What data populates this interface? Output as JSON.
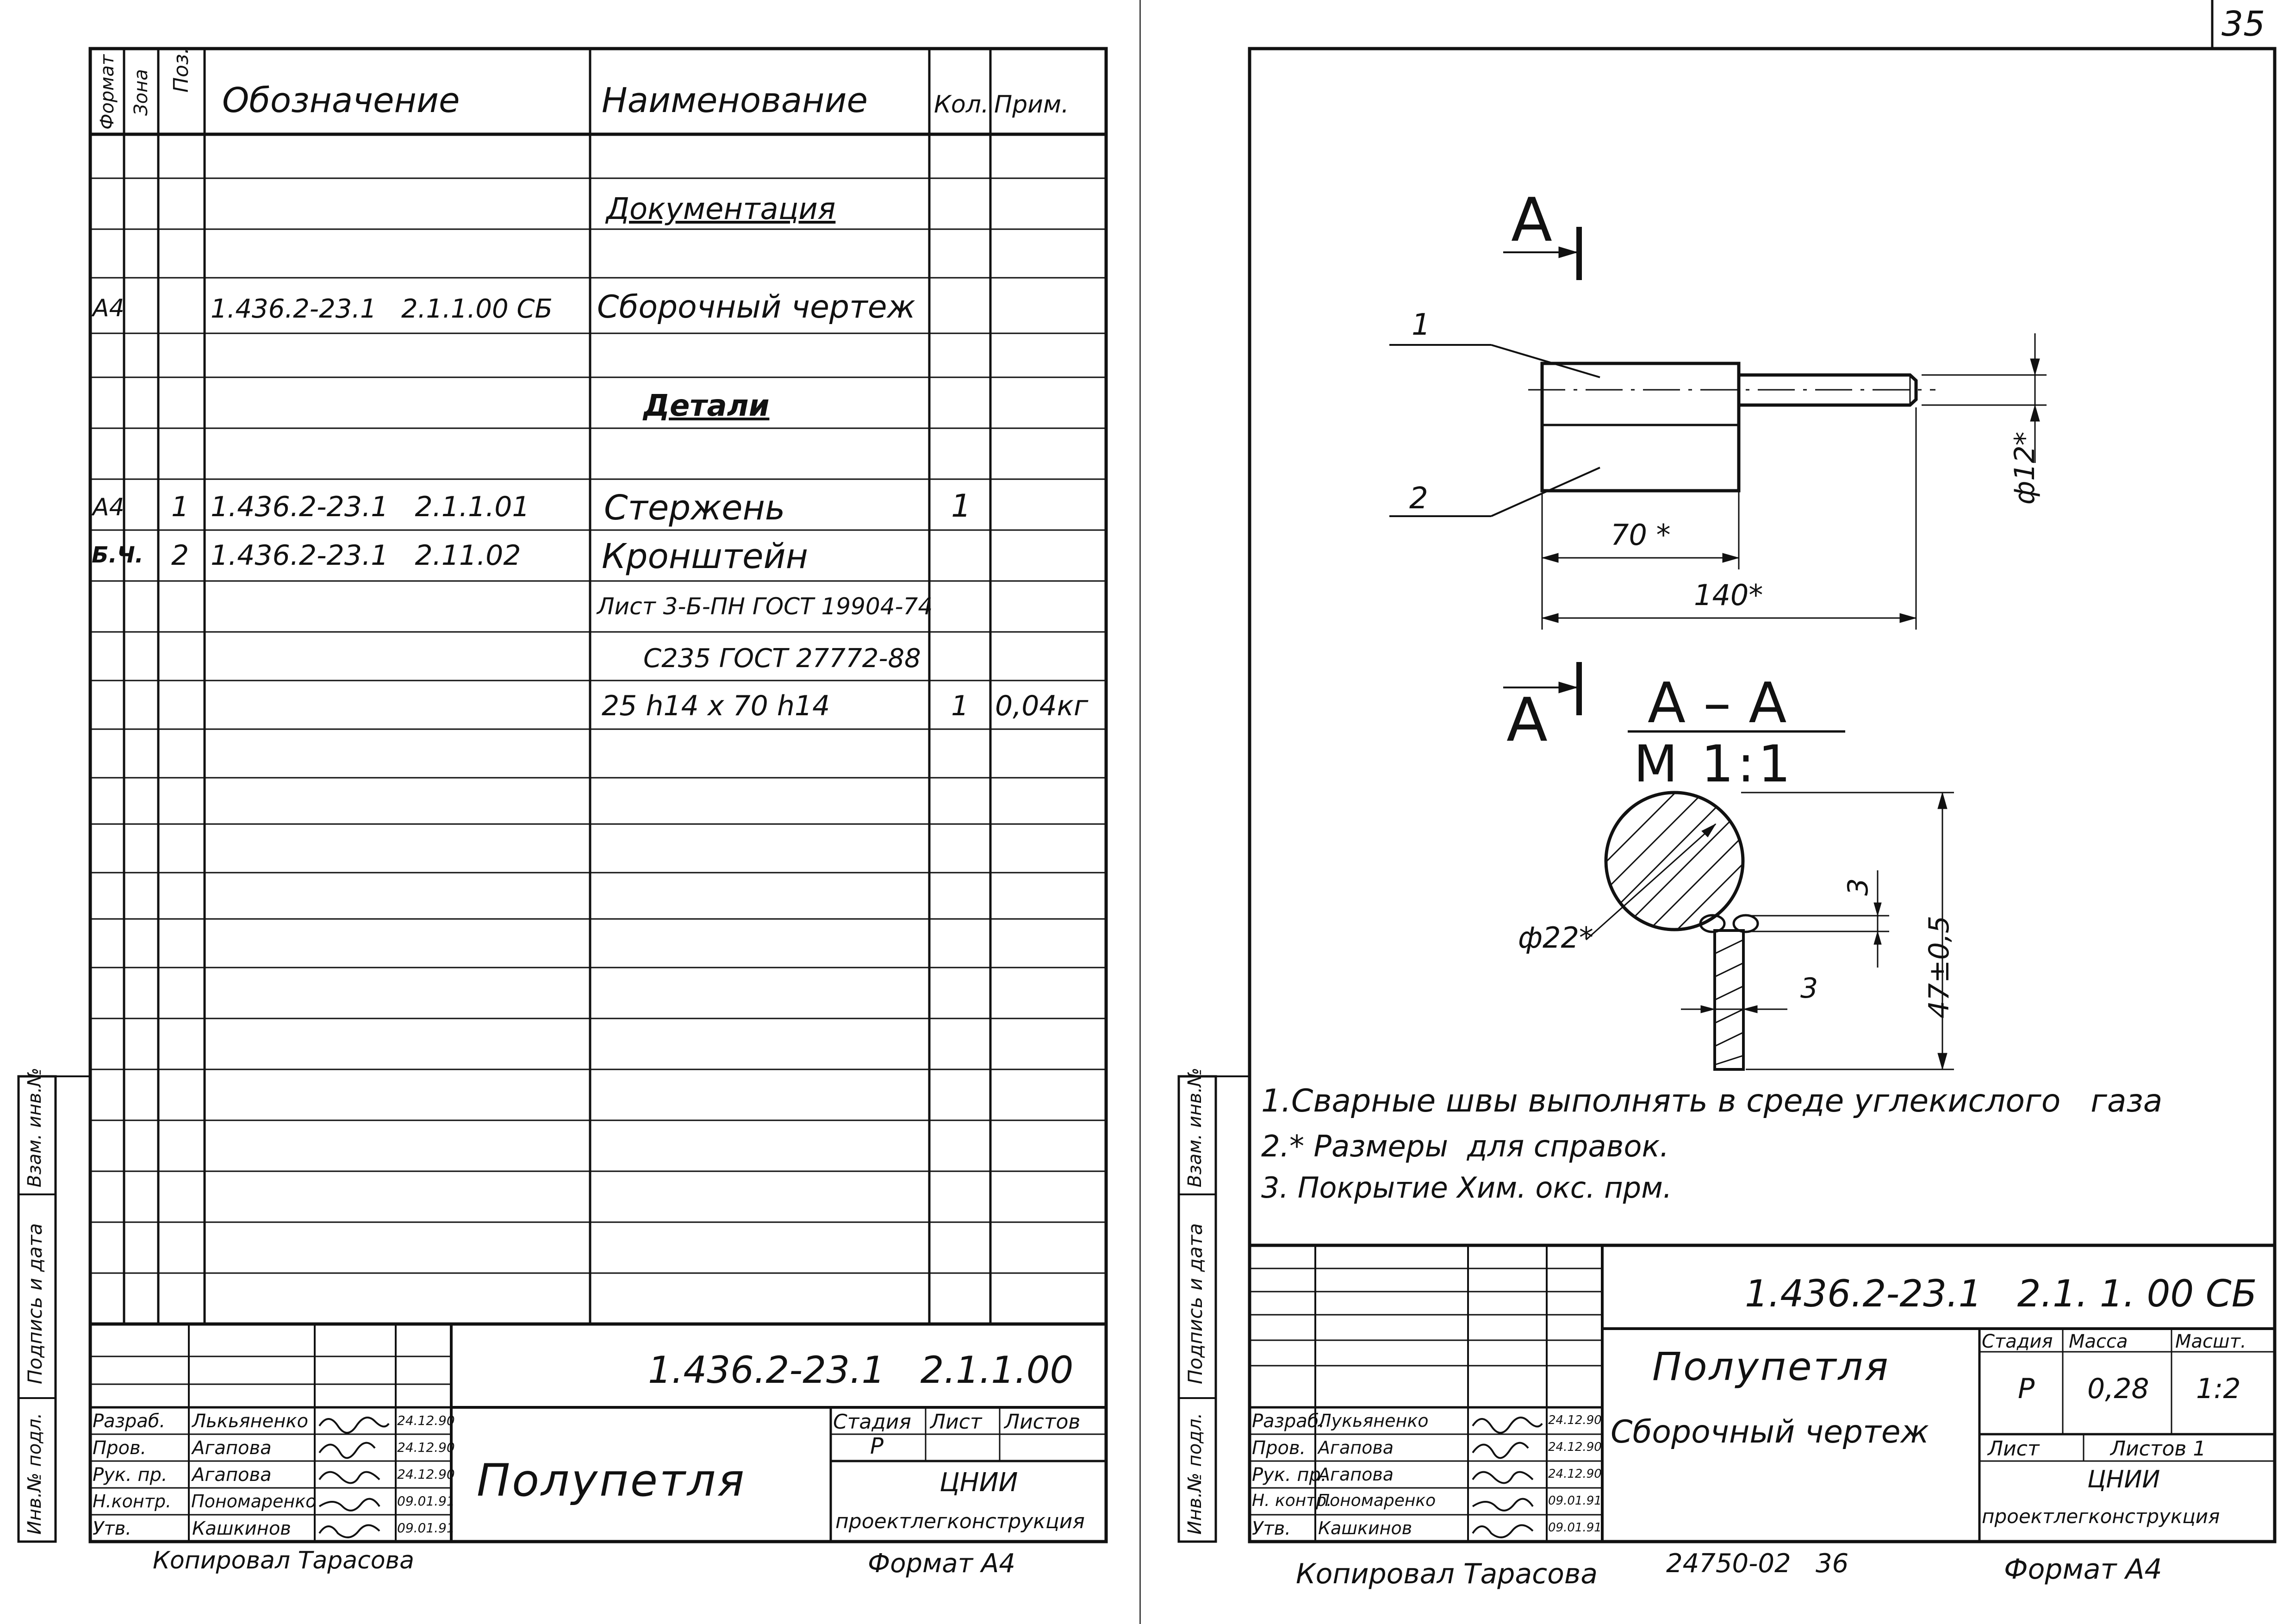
{
  "left_sheet": {
    "spec_headers": {
      "format": "Формат",
      "zone": "Зона",
      "pos": "Поз.",
      "designation": "Обозначение",
      "name": "Наименование",
      "qty": "Кол.",
      "note": "Прим."
    },
    "sections": {
      "documentation": "Документация",
      "details": "Детали"
    },
    "rows": [
      {
        "format": "А4",
        "pos": "",
        "designation": "1.436.2-23.1   2.1.1.00 СБ",
        "name": "Сборочный чертеж",
        "qty": "",
        "note": ""
      },
      {
        "format": "А4",
        "pos": "1",
        "designation": "1.436.2-23.1   2.1.1.01",
        "name": "Стержень",
        "qty": "1",
        "note": ""
      },
      {
        "format": "Б.Ч.",
        "pos": "2",
        "designation": "1.436.2-23.1   2.11.02",
        "name": "Кронштейн",
        "qty": "",
        "note": ""
      }
    ],
    "material_lines": [
      "Лист 3-Б-ПН ГОСТ 19904-74",
      "С235 ГОСТ 27772-88",
      "25 h14 x 70 h14"
    ],
    "material_qty": "1",
    "material_note": "0,04кг",
    "side_labels": [
      "Инв.№ подл.",
      "Подпись и дата",
      "Взам. инв.№"
    ],
    "title_block": {
      "code": "1.436.2-23.1   2.1.1.00",
      "title": "Полупетля",
      "stage_label": "Стадия",
      "sheet_label": "Лист",
      "sheets_label": "Листов",
      "stage_value": "Р",
      "org_line1": "ЦНИИ",
      "org_line2": "проектлегконструкция",
      "roles": [
        {
          "role": "Разраб.",
          "name": "Лькьяненко",
          "date": "24.12.90"
        },
        {
          "role": "Пров.",
          "name": "Агапова",
          "date": "24.12.90"
        },
        {
          "role": "Рук. пр.",
          "name": "Агапова",
          "date": "24.12.90"
        },
        {
          "role": "Н.контр.",
          "name": "Пономаренко",
          "date": "09.01.91"
        },
        {
          "role": "Утв.",
          "name": "Кашкинов",
          "date": "09.01.91"
        }
      ]
    },
    "copied_by": "Копировал Тарасова",
    "format_label": "Формат А4"
  },
  "right_sheet": {
    "page_number": "35",
    "drawing": {
      "section_mark": "А",
      "section_title": "А – А",
      "section_scale": "М 1:1",
      "leader_1": "1",
      "leader_2": "2",
      "dim_70": "70 *",
      "dim_140": "140*",
      "dim_d12": "ф12*",
      "dim_d22": "ф22*",
      "dim_47": "47±0,5",
      "dim_3a": "3",
      "dim_3b": "3"
    },
    "notes": [
      "1.Сварные швы выполнять в среде углекислого   газа",
      "2.* Размеры  для справок.",
      "3. Покрытие Хим. окс. прм."
    ],
    "side_labels": [
      "Инв.№ подл.",
      "Подпись и дата",
      "Взам. инв.№"
    ],
    "title_block": {
      "code": "1.436.2-23.1   2.1. 1. 00 СБ",
      "title_line1": "Полупетля",
      "title_line2": "Сборочный чертеж",
      "stage_label": "Стадия",
      "mass_label": "Масса",
      "scale_label": "Масшт.",
      "stage_value": "Р",
      "mass_value": "0,28",
      "scale_value": "1:2",
      "sheet_label": "Лист",
      "sheets_label": "Листов 1",
      "org_line1": "ЦНИИ",
      "org_line2": "проектлегконструкция",
      "roles": [
        {
          "role": "Разраб.",
          "name": "Лукьяненко",
          "date": "24.12.90"
        },
        {
          "role": "Пров.",
          "name": "Агапова",
          "date": "24.12.90"
        },
        {
          "role": "Рук. пр.",
          "name": "Агапова",
          "date": "24.12.90"
        },
        {
          "role": "Н. контр.",
          "name": "Пономаренко",
          "date": "09.01.91"
        },
        {
          "role": "Утв.",
          "name": "Кашкинов",
          "date": "09.01.91"
        }
      ]
    },
    "copied_by": "Копировал Тарасова",
    "archive_number": "24750-02   36",
    "format_label": "Формат А4"
  }
}
